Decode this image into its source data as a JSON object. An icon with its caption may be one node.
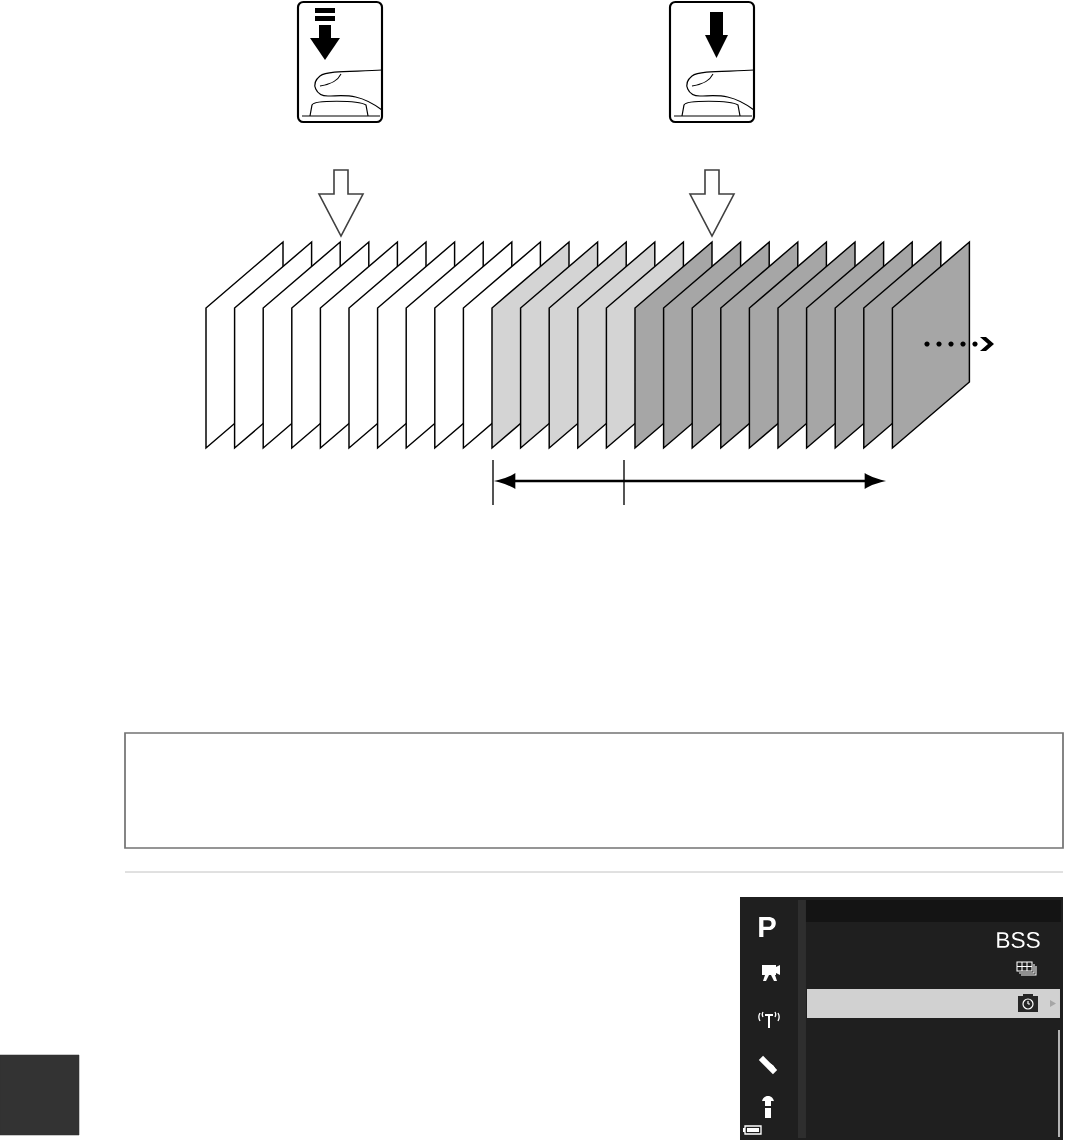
{
  "diagram": {
    "nodes": [
      {
        "text": [],
        "shape": "box"
      },
      {
        "text": [],
        "shape": "box"
      }
    ],
    "labels": [
      "P",
      "BSS"
    ]
  }
}
